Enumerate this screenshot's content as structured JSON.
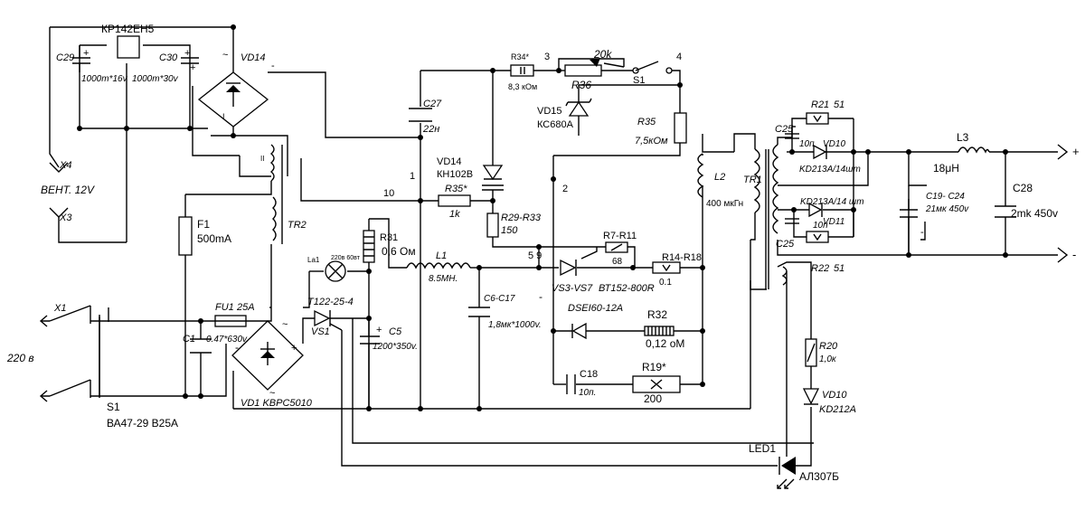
{
  "labels": {
    "kr142": "КР142ЕН5",
    "c29": "C29",
    "c29v": "1000m*16v",
    "c30": "C30",
    "c30v": "1000m*30v",
    "vd14a": "VD14",
    "x4": "X4",
    "vent": "ВЕНТ. 12V",
    "x3": "X3",
    "r34": "R34*",
    "r34v": "8,3 кОм",
    "n3": "3",
    "n4": "4",
    "n20k": "20k",
    "r36": "R36",
    "s1a": "S1",
    "c27": "C27",
    "c27v": "22н",
    "vd15": "VD15",
    "vd15v": "КС680А",
    "r35": "R35",
    "r35v": "7,5кОм",
    "vd14b": "VD14",
    "vd14bv": "КН102В",
    "n1": "1",
    "n2": "2",
    "n10": "10",
    "r35s": "R35*",
    "r35sv": "1k",
    "r29": "R29-R33",
    "r29v": "150",
    "r7": "R7-R11",
    "r7v": "68",
    "n59": "5 9",
    "r14": "R14-R18",
    "r14v": "0.1",
    "vs3": "VS3-VS7",
    "bt152": "ВТ152-800R",
    "l1": "L1",
    "l1v": "8.5МН.",
    "c6": "C6-C17",
    "c6v": "1,8мк*1000v.",
    "dsei": "DSEI60-12A",
    "r32": "R32",
    "r32v": "0,12 оМ",
    "c18": "C18",
    "c18v": "10п.",
    "r19": "R19*",
    "r19v": "200",
    "l2": "L2",
    "l2v": "400 мкГн",
    "tr1": "TR1",
    "r21": "R21",
    "r21v": "51",
    "c25a": "C25",
    "c25av": "10п",
    "vd10a": "VD10",
    "kd213a": "KD213A/14шт",
    "kd213b": "KD213A/14 шт",
    "vd11": "VD11",
    "c25b": "C25",
    "c25bv": "10п",
    "r22": "R22",
    "r22v": "51",
    "l3": "L3",
    "l3v": "18μH",
    "c19": "C19- C24",
    "c19v": "21мк 450v",
    "c28": "C28",
    "c28v": "2mk 450v",
    "plus": "+",
    "minus": "-",
    "f1": "F1",
    "f1v": "500mA",
    "tr2": "TR2",
    "r31": "R31",
    "r31v": "0,6 Ом",
    "la1": "La1",
    "la1v": "220в 60вт",
    "t122": "Т122-25-4",
    "vs1": "VS1",
    "c5": "C5",
    "c5v": "1200*350v.",
    "x1": "X1",
    "v220": "220 в",
    "fu1": "FU1",
    "fu1v": "25A",
    "c1": "C1",
    "c1v": "0.47*630v.",
    "s1b": "S1",
    "ba47": "ВА47-29  В25А",
    "vd1": "VD1 KBPC5010",
    "r20": "R20",
    "r20v": "1,0к",
    "vd10b": "VD10",
    "kd212": "KD212A",
    "led1": "LED1",
    "al307": "АЛ307Б",
    "mk_pl1": "+",
    "mk_pl2": "+",
    "mk_pl3": "+",
    "mk_pl4": "+",
    "mk_mi1": "-",
    "mk_mi2": "-",
    "mk_mi3": "-",
    "mk_ac1": "~",
    "mk_ac2": "~",
    "mk_ac3": "~",
    "mk_tr": "I",
    "mk_ii": "II",
    "mk_c5p": "+"
  }
}
